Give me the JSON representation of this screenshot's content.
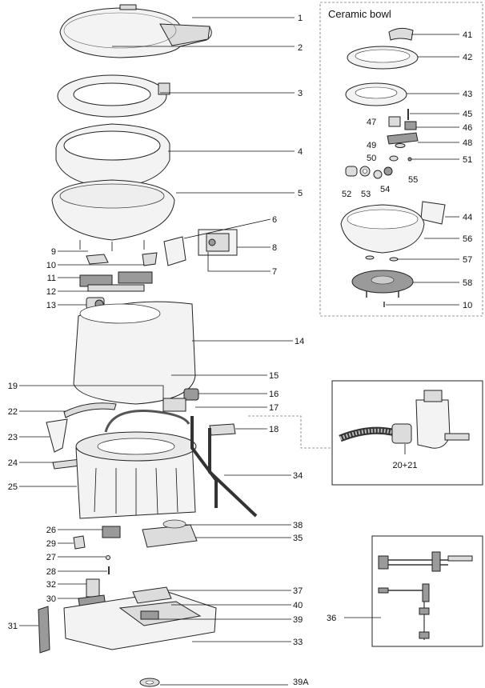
{
  "ceramic_title": "Ceramic bowl",
  "labels": [
    "1",
    "2",
    "3",
    "4",
    "5",
    "6",
    "7",
    "8",
    "9",
    "10",
    "11",
    "12",
    "13",
    "14",
    "15",
    "16",
    "17",
    "18",
    "19",
    "20+21",
    "22",
    "23",
    "24",
    "25",
    "26",
    "27",
    "28",
    "29",
    "30",
    "31",
    "32",
    "33",
    "34",
    "35",
    "36",
    "37",
    "38",
    "39",
    "39A",
    "40",
    "41",
    "42",
    "43",
    "44",
    "45",
    "46",
    "47",
    "48",
    "49",
    "50",
    "51",
    "52",
    "53",
    "54",
    "55",
    "56",
    "57",
    "58",
    "10"
  ]
}
